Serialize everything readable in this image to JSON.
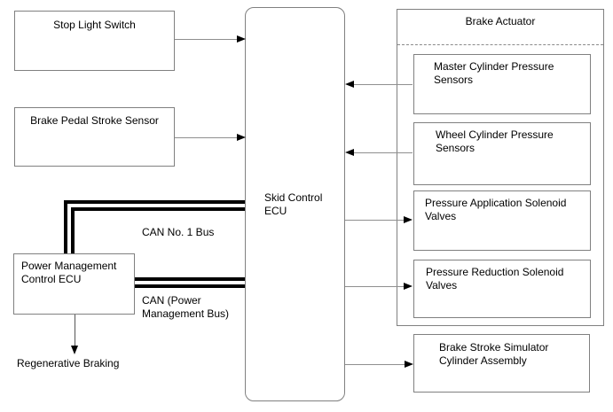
{
  "boxes": {
    "stop_light_switch": "Stop Light Switch",
    "brake_pedal_stroke_sensor": "Brake Pedal Stroke Sensor",
    "skid_control_ecu": "Skid Control ECU",
    "power_management_control_ecu": "Power Management Control ECU",
    "brake_actuator": "Brake Actuator",
    "master_cylinder_pressure_sensors": "Master Cylinder Pressure Sensors",
    "wheel_cylinder_pressure_sensors": "Wheel Cylinder Pressure Sensors",
    "pressure_application_solenoid_valves": "Pressure Application Solenoid Valves",
    "pressure_reduction_solenoid_valves": "Pressure Reduction Solenoid Valves",
    "brake_stroke_simulator_cylinder_assembly": "Brake Stroke Simulator Cylinder Assembly"
  },
  "labels": {
    "can_no1_bus": "CAN No. 1 Bus",
    "can_power_management_bus": "CAN (Power Management Bus)",
    "regenerative_braking": "Regenerative Braking"
  },
  "colors": {
    "box_border": "#808080",
    "connector_line": "#8f8f8f",
    "bus_line": "#000000",
    "text": "#000000",
    "background": "#ffffff"
  }
}
